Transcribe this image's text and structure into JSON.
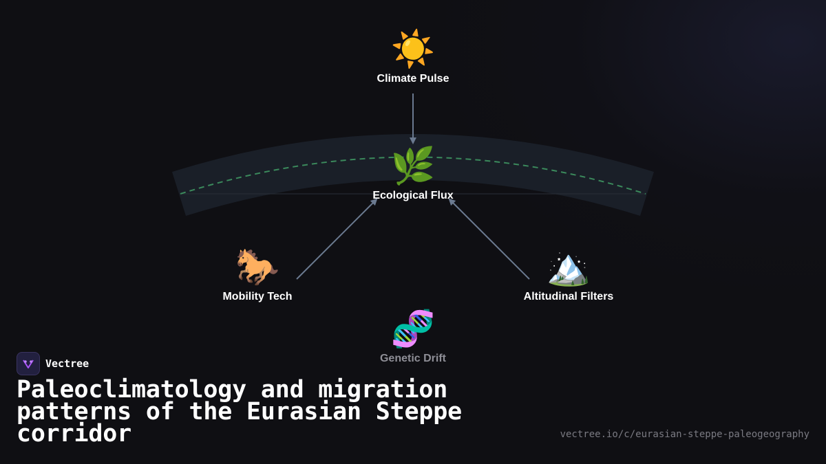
{
  "diagram": {
    "nodes": [
      {
        "id": "climate",
        "label": "Climate Pulse",
        "emoji": "☀️",
        "icon": "sun-icon"
      },
      {
        "id": "ecology",
        "label": "Ecological Flux",
        "emoji": "🌿",
        "icon": "herb-icon"
      },
      {
        "id": "mobility",
        "label": "Mobility Tech",
        "emoji": "🐎",
        "icon": "horse-icon"
      },
      {
        "id": "altitude",
        "label": "Altitudinal Filters",
        "emoji": "🏔️",
        "icon": "mountain-icon"
      },
      {
        "id": "genetic",
        "label": "Genetic Drift",
        "emoji": "🧬",
        "icon": "dna-icon"
      }
    ],
    "edges": [
      {
        "from": "climate",
        "to": "ecology"
      },
      {
        "from": "mobility",
        "to": "ecology"
      },
      {
        "from": "altitude",
        "to": "ecology"
      }
    ],
    "colors": {
      "arrow": "#6b7a90",
      "band": "#1a1f28",
      "dashed_path": "#3b8a5c"
    }
  },
  "brand": {
    "name": "Vectree",
    "logo_color": "#a855f7"
  },
  "title": "Paleoclimatology and migration patterns of the Eurasian Steppe corridor",
  "url": "vectree.io/c/eurasian-steppe-paleogeography"
}
